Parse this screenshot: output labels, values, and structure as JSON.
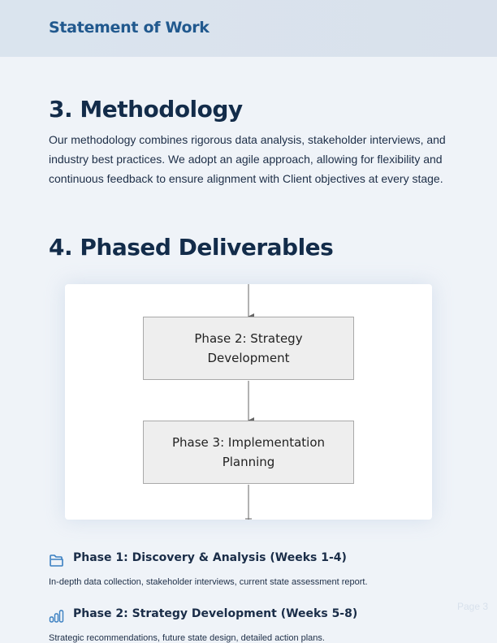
{
  "header": {
    "title": "Statement of Work"
  },
  "methodology": {
    "heading": "3. Methodology",
    "body": "Our methodology combines rigorous data analysis, stakeholder interviews, and industry best practices. We adopt an agile approach, allowing for flexibility and continuous feedback to ensure alignment with Client objectives at every stage."
  },
  "deliverables": {
    "heading": "4. Phased Deliverables",
    "diagram": {
      "nodes": [
        {
          "line1": "Phase 2: Strategy",
          "line2": "Development"
        },
        {
          "line1": "Phase 3: Implementation",
          "line2": "Planning"
        }
      ]
    },
    "phases": [
      {
        "icon": "folder-icon",
        "title": "Phase 1: Discovery & Analysis (Weeks 1-4)",
        "description": "In-depth data collection, stakeholder interviews, current state assessment report."
      },
      {
        "icon": "bar-chart-icon",
        "title": "Phase 2: Strategy Development (Weeks 5-8)",
        "description": "Strategic recommendations, future state design, detailed action plans."
      }
    ]
  },
  "footer": {
    "page": "Page 3"
  },
  "colors": {
    "accent": "#21598e",
    "heading": "#132c4a",
    "icon": "#3a7fc1"
  }
}
